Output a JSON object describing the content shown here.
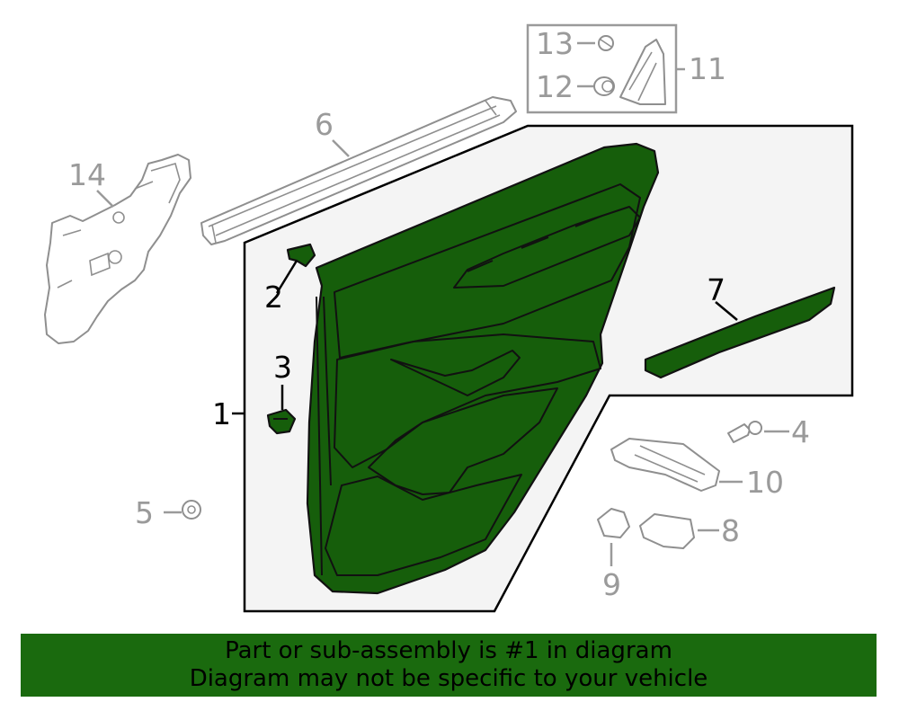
{
  "callouts": {
    "c1": "1",
    "c2": "2",
    "c3": "3",
    "c4": "4",
    "c5": "5",
    "c6": "6",
    "c7": "7",
    "c8": "8",
    "c9": "9",
    "c10": "10",
    "c11": "11",
    "c12": "12",
    "c13": "13",
    "c14": "14"
  },
  "footer": {
    "line1": "Part or sub-assembly is #1 in diagram",
    "line2": "Diagram may not be specific to your vehicle"
  },
  "colors": {
    "highlight": "#165e0b",
    "banner": "#1a6a0e",
    "grey_part": "#9a9a9a",
    "background_panel": "#f4f4f4"
  }
}
